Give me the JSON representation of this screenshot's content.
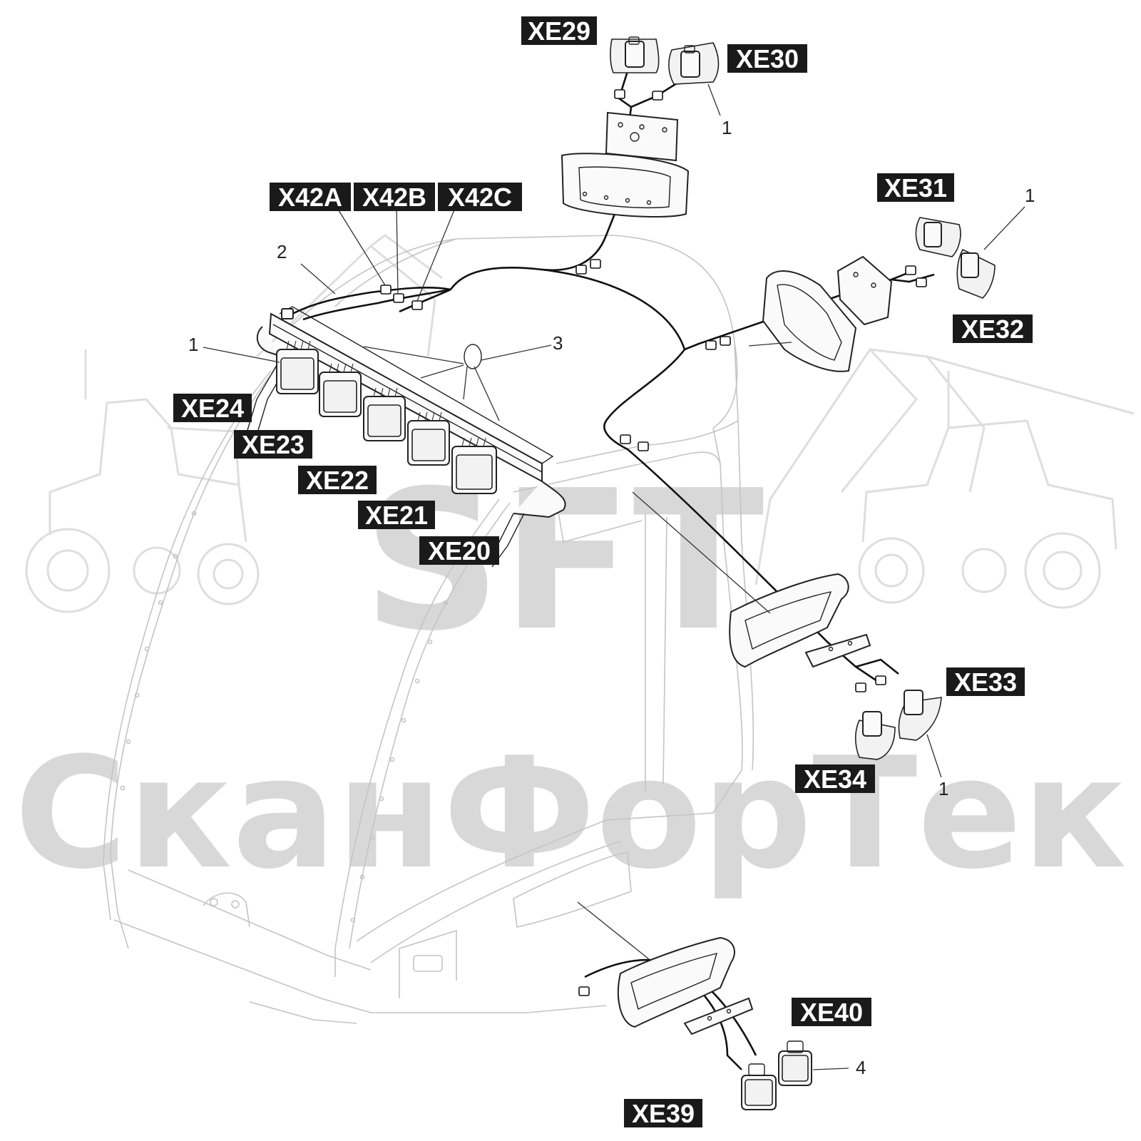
{
  "watermark": {
    "logo_text": "SFT",
    "company_text": "СканФорТек"
  },
  "labels": {
    "xe20": "XE20",
    "xe21": "XE21",
    "xe22": "XE22",
    "xe23": "XE23",
    "xe24": "XE24",
    "xe29": "XE29",
    "xe30": "XE30",
    "xe31": "XE31",
    "xe32": "XE32",
    "xe33": "XE33",
    "xe34": "XE34",
    "xe39": "XE39",
    "xe40": "XE40",
    "x42a": "X42A",
    "x42b": "X42B",
    "x42c": "X42C"
  },
  "callouts": {
    "c1_top": "1",
    "c1_right_upper": "1",
    "c1_left": "1",
    "c1_right_lower": "1",
    "c2": "2",
    "c3": "3",
    "c4": "4"
  },
  "colors": {
    "label_background": "#1a1a1a",
    "label_text": "#ffffff",
    "watermark": "#d8d8d8"
  }
}
